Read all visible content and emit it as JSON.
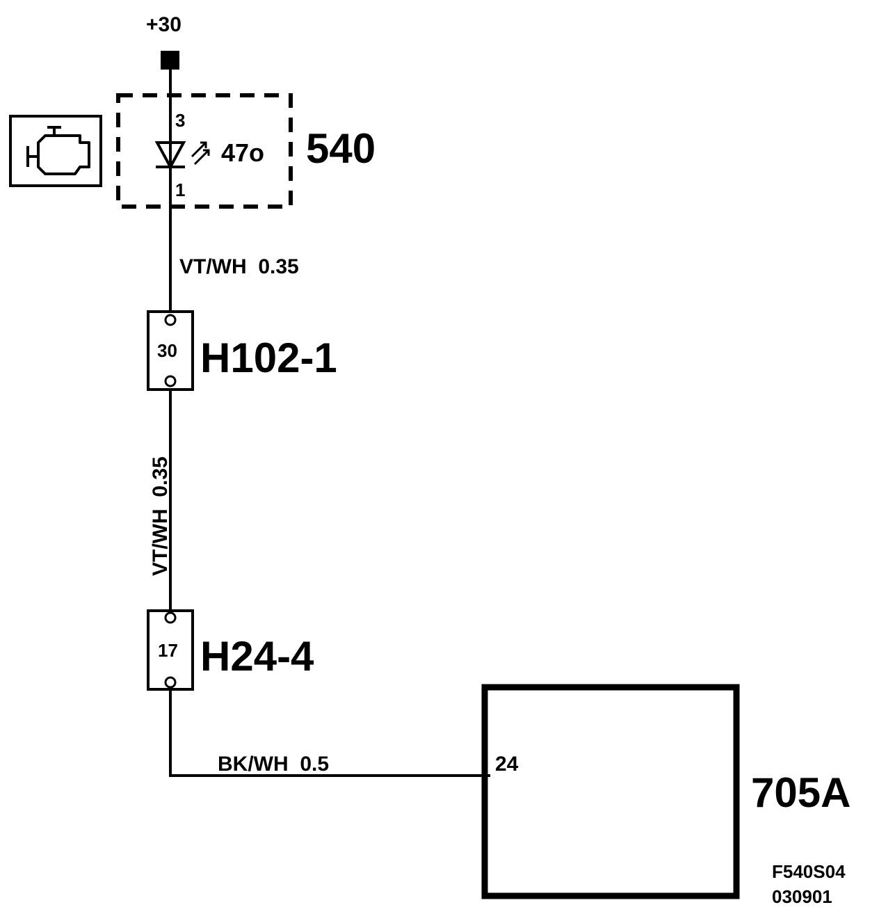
{
  "supply": {
    "label": "+30"
  },
  "components": {
    "lamp": {
      "id": "540",
      "pin_top": "3",
      "pin_bottom": "1",
      "symbol_code": "47o",
      "icon": "engine-check-icon"
    },
    "connector_a": {
      "id": "H102-1",
      "pin": "30"
    },
    "connector_b": {
      "id": "H24-4",
      "pin": "17"
    },
    "module": {
      "id": "705A",
      "pin": "24"
    }
  },
  "wires": {
    "w1": "VT/WH  0.35",
    "w2": "VT/WH  0.35",
    "w3": "BK/WH  0.5"
  },
  "footer": {
    "code": "F540S04",
    "date": "030901"
  }
}
